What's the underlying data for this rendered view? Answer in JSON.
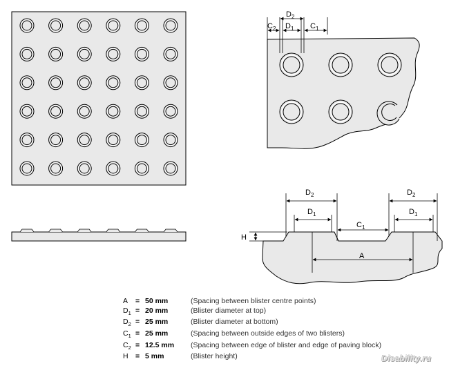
{
  "labels": {
    "top_D2": "D2",
    "top_C2": "C2",
    "top_D1": "D1",
    "top_C1": "C1",
    "sec_D2_left": "D2",
    "sec_D1_left": "D1",
    "sec_C1": "C1",
    "sec_D2_right": "D2",
    "sec_D1_right": "D1",
    "sec_H": "H",
    "sec_A": "A"
  },
  "legend": [
    {
      "sym": "A",
      "sub": "",
      "value": "50 mm",
      "desc": "(Spacing between blister centre points)"
    },
    {
      "sym": "D",
      "sub": "1",
      "value": "20 mm",
      "desc": "(Blister diameter at top)"
    },
    {
      "sym": "D",
      "sub": "2",
      "value": "25 mm",
      "desc": "(Blister diameter at bottom)"
    },
    {
      "sym": "C",
      "sub": "1",
      "value": "25 mm",
      "desc": "(Spacing between outside edges of two blisters)"
    },
    {
      "sym": "C",
      "sub": "2",
      "value": "12.5 mm",
      "desc": "(Spacing between edge of blister and edge of paving block)"
    },
    {
      "sym": "H",
      "sub": "",
      "value": "5 mm",
      "desc": "(Blister height)"
    }
  ],
  "watermark": "Disability.ru",
  "colors": {
    "fill": "#e9e9e9",
    "stroke": "#000000",
    "blister_ring": "#ffffff"
  }
}
